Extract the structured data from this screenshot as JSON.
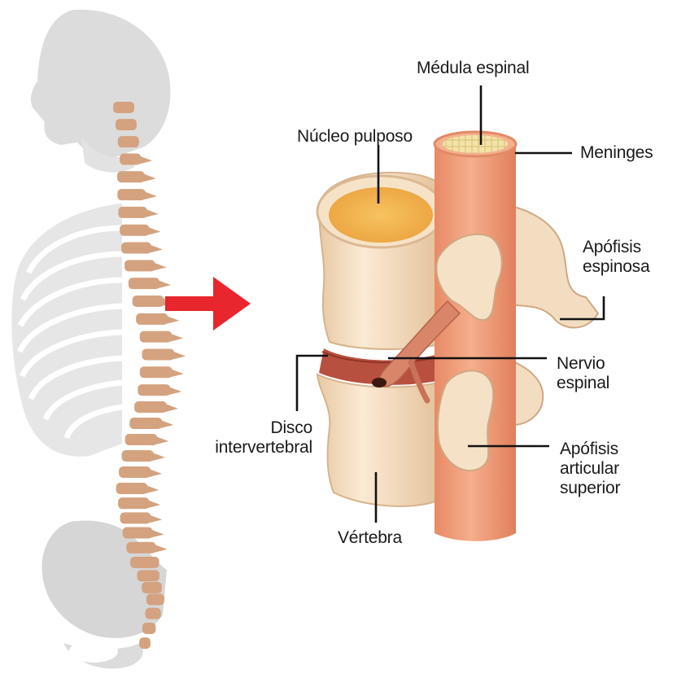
{
  "labels": {
    "medula": "Médula espinal",
    "nucleo": "Núcleo pulposo",
    "meninges": "Meninges",
    "apofisis_espinosa": [
      "Apófisis",
      "espinosa"
    ],
    "nervio": [
      "Nervio",
      "espinal"
    ],
    "disco": [
      "Disco",
      "intervertebral"
    ],
    "apofisis_articular": [
      "Apófisis",
      "articular",
      "superior"
    ],
    "vertebra": "Vértebra"
  },
  "colors": {
    "silhouette": "#d9d9d9",
    "spine": "#d4a27f",
    "arrow": "#e8262d",
    "cord": "#f2a07d",
    "bone": "#f3dcc0",
    "nucleus": "#f2b552",
    "disc": "#b8503f"
  }
}
